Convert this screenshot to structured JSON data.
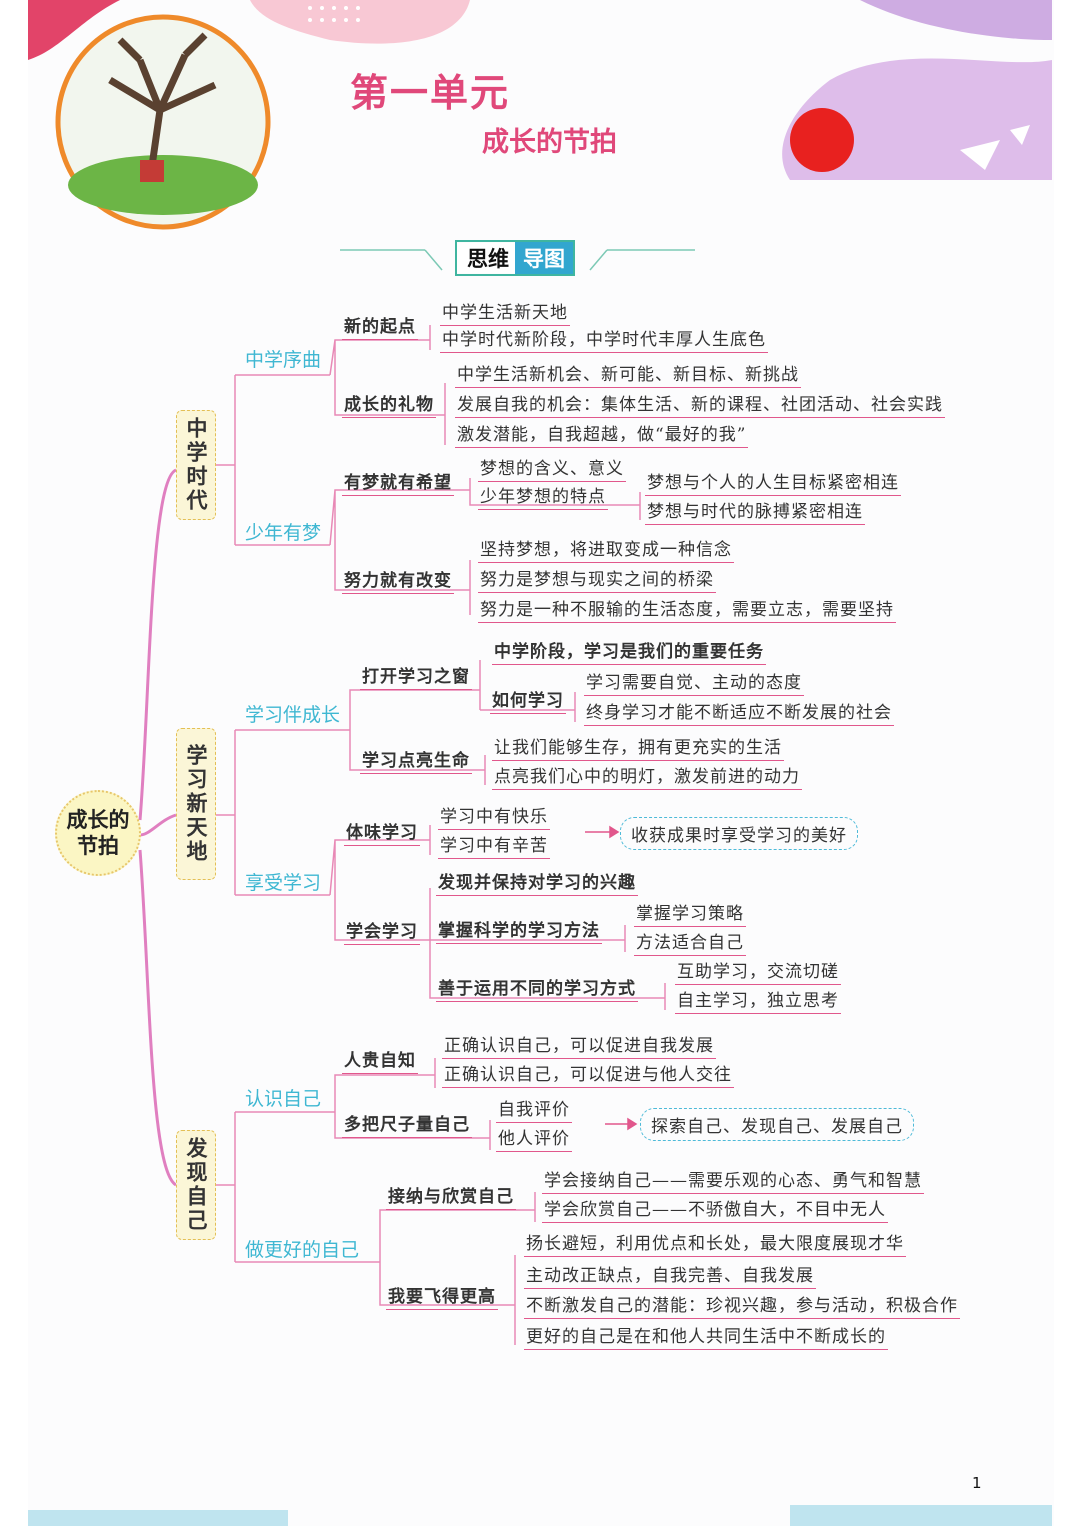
{
  "header": {
    "unit_title": "第一单元",
    "subtitle": "成长的节拍",
    "badge_left": "思维",
    "badge_right": "导图"
  },
  "root": {
    "label_l1": "成长的",
    "label_l2": "节拍"
  },
  "branches": [
    {
      "label": "中学时代",
      "sections": [
        {
          "label": "中学序曲",
          "items": [
            {
              "label": "新的起点",
              "children": [
                "中学生活新天地",
                "中学时代新阶段，中学时代丰厚人生底色"
              ]
            },
            {
              "label": "成长的礼物",
              "children": [
                "中学生活新机会、新可能、新目标、新挑战",
                "发展自我的机会：集体生活、新的课程、社团活动、社会实践",
                "激发潜能，自我超越，做“最好的我”"
              ]
            }
          ]
        },
        {
          "label": "少年有梦",
          "items": [
            {
              "label": "有梦就有希望",
              "children": [
                "梦想的含义、意义",
                "少年梦想的特点"
              ],
              "grand": [
                "梦想与个人的人生目标紧密相连",
                "梦想与时代的脉搏紧密相连"
              ]
            },
            {
              "label": "努力就有改变",
              "children": [
                "坚持梦想，将进取变成一种信念",
                "努力是梦想与现实之间的桥梁",
                "努力是一种不服输的生活态度，需要立志，需要坚持"
              ]
            }
          ]
        }
      ]
    },
    {
      "label": "学习新天地",
      "sections": [
        {
          "label": "学习伴成长",
          "items": [
            {
              "label": "打开学习之窗",
              "children": [
                "中学阶段，学习是我们的重要任务"
              ],
              "sub_label": "如何学习",
              "grand": [
                "学习需要自觉、主动的态度",
                "终身学习才能不断适应不断发展的社会"
              ]
            },
            {
              "label": "学习点亮生命",
              "children": [
                "让我们能够生存，拥有更充实的生活",
                "点亮我们心中的明灯，激发前进的动力"
              ]
            }
          ]
        },
        {
          "label": "享受学习",
          "items": [
            {
              "label": "体味学习",
              "children": [
                "学习中有快乐",
                "学习中有辛苦"
              ],
              "result": "收获成果时享受学习的美好"
            },
            {
              "label": "学会学习",
              "children": [
                "发现并保持对学习的兴趣"
              ],
              "sub": [
                {
                  "label": "掌握科学的学习方法",
                  "children": [
                    "掌握学习策略",
                    "方法适合自己"
                  ]
                },
                {
                  "label": "善于运用不同的学习方式",
                  "children": [
                    "互助学习，交流切磋",
                    "自主学习，独立思考"
                  ]
                }
              ]
            }
          ]
        }
      ]
    },
    {
      "label": "发现自己",
      "sections": [
        {
          "label": "认识自己",
          "items": [
            {
              "label": "人贵自知",
              "children": [
                "正确认识自己，可以促进自我发展",
                "正确认识自己，可以促进与他人交往"
              ]
            },
            {
              "label": "多把尺子量自己",
              "children": [
                "自我评价",
                "他人评价"
              ],
              "result": "探索自己、发现自己、发展自己"
            }
          ]
        },
        {
          "label": "做更好的自己",
          "items": [
            {
              "label": "接纳与欣赏自己",
              "children": [
                "学会接纳自己——需要乐观的心态、勇气和智慧",
                "学会欣赏自己——不骄傲自大，不目中无人"
              ]
            },
            {
              "label": "我要飞得更高",
              "children": [
                "扬长避短，利用优点和长处，最大限度展现才华",
                "主动改正缺点，自我完善、自我发展",
                "不断激发自己的潜能：珍视兴趣，参与活动，积极合作",
                "更好的自己是在和他人共同生活中不断成长的"
              ]
            }
          ]
        }
      ]
    }
  ],
  "page_number": "1"
}
